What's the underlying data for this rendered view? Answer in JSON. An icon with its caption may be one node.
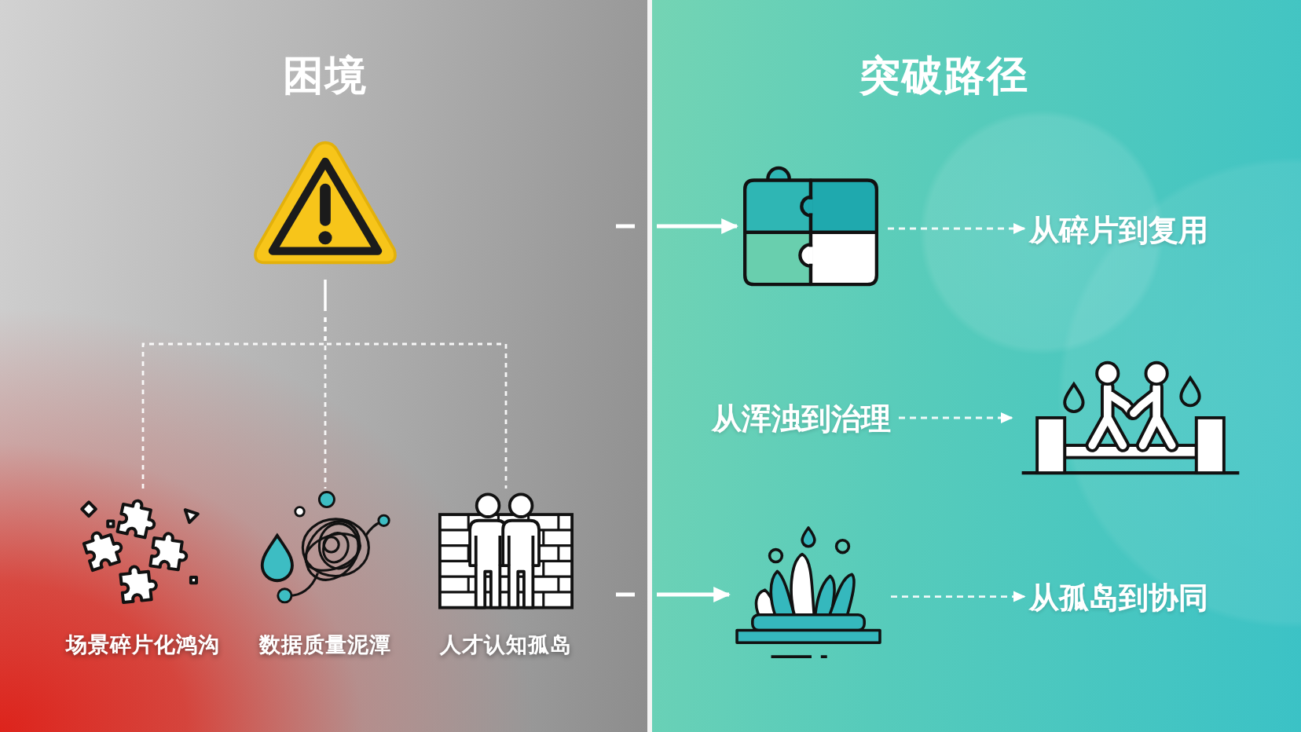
{
  "diagram": {
    "nodes": [
      {
        "text": [
          "困境"
        ]
      },
      {
        "text": [],
        "shape": "triangle",
        "in": 0
      },
      {
        "text": [
          "场景碎片化鸿沟"
        ],
        "in": 0
      },
      {
        "text": [
          "数据质量泥潭"
        ],
        "in": 0
      },
      {
        "text": [
          "人才认知孤岛"
        ],
        "in": 0
      },
      {
        "text": [
          "突破路径"
        ]
      },
      {
        "text": [],
        "shape": "picture",
        "in": 5
      },
      {
        "text": [
          "从碎片到复用"
        ],
        "in": 5
      },
      {
        "text": [
          "从浑浊到治理"
        ],
        "in": 5
      },
      {
        "text": [],
        "shape": "picture",
        "in": 5
      },
      {
        "text": [],
        "shape": "picture",
        "in": 5
      },
      {
        "text": [
          "从孤岛到协同"
        ],
        "in": 5
      }
    ],
    "edges": [
      {
        "from": 1,
        "to": 2,
        "arrow": "none",
        "style": "dashed"
      },
      {
        "from": 1,
        "to": 3,
        "arrow": "none",
        "style": "dashed"
      },
      {
        "from": 1,
        "to": 4,
        "arrow": "none",
        "style": "dashed"
      },
      {
        "from": null,
        "to": 6,
        "arrow": "to"
      },
      {
        "from": 6,
        "to": 7,
        "arrow": "to",
        "style": "dashed"
      },
      {
        "from": 8,
        "to": 9,
        "arrow": "to",
        "style": "dashed"
      },
      {
        "from": null,
        "to": 10,
        "arrow": "to"
      },
      {
        "from": 10,
        "to": 11,
        "arrow": "to",
        "style": "dashed"
      }
    ]
  }
}
